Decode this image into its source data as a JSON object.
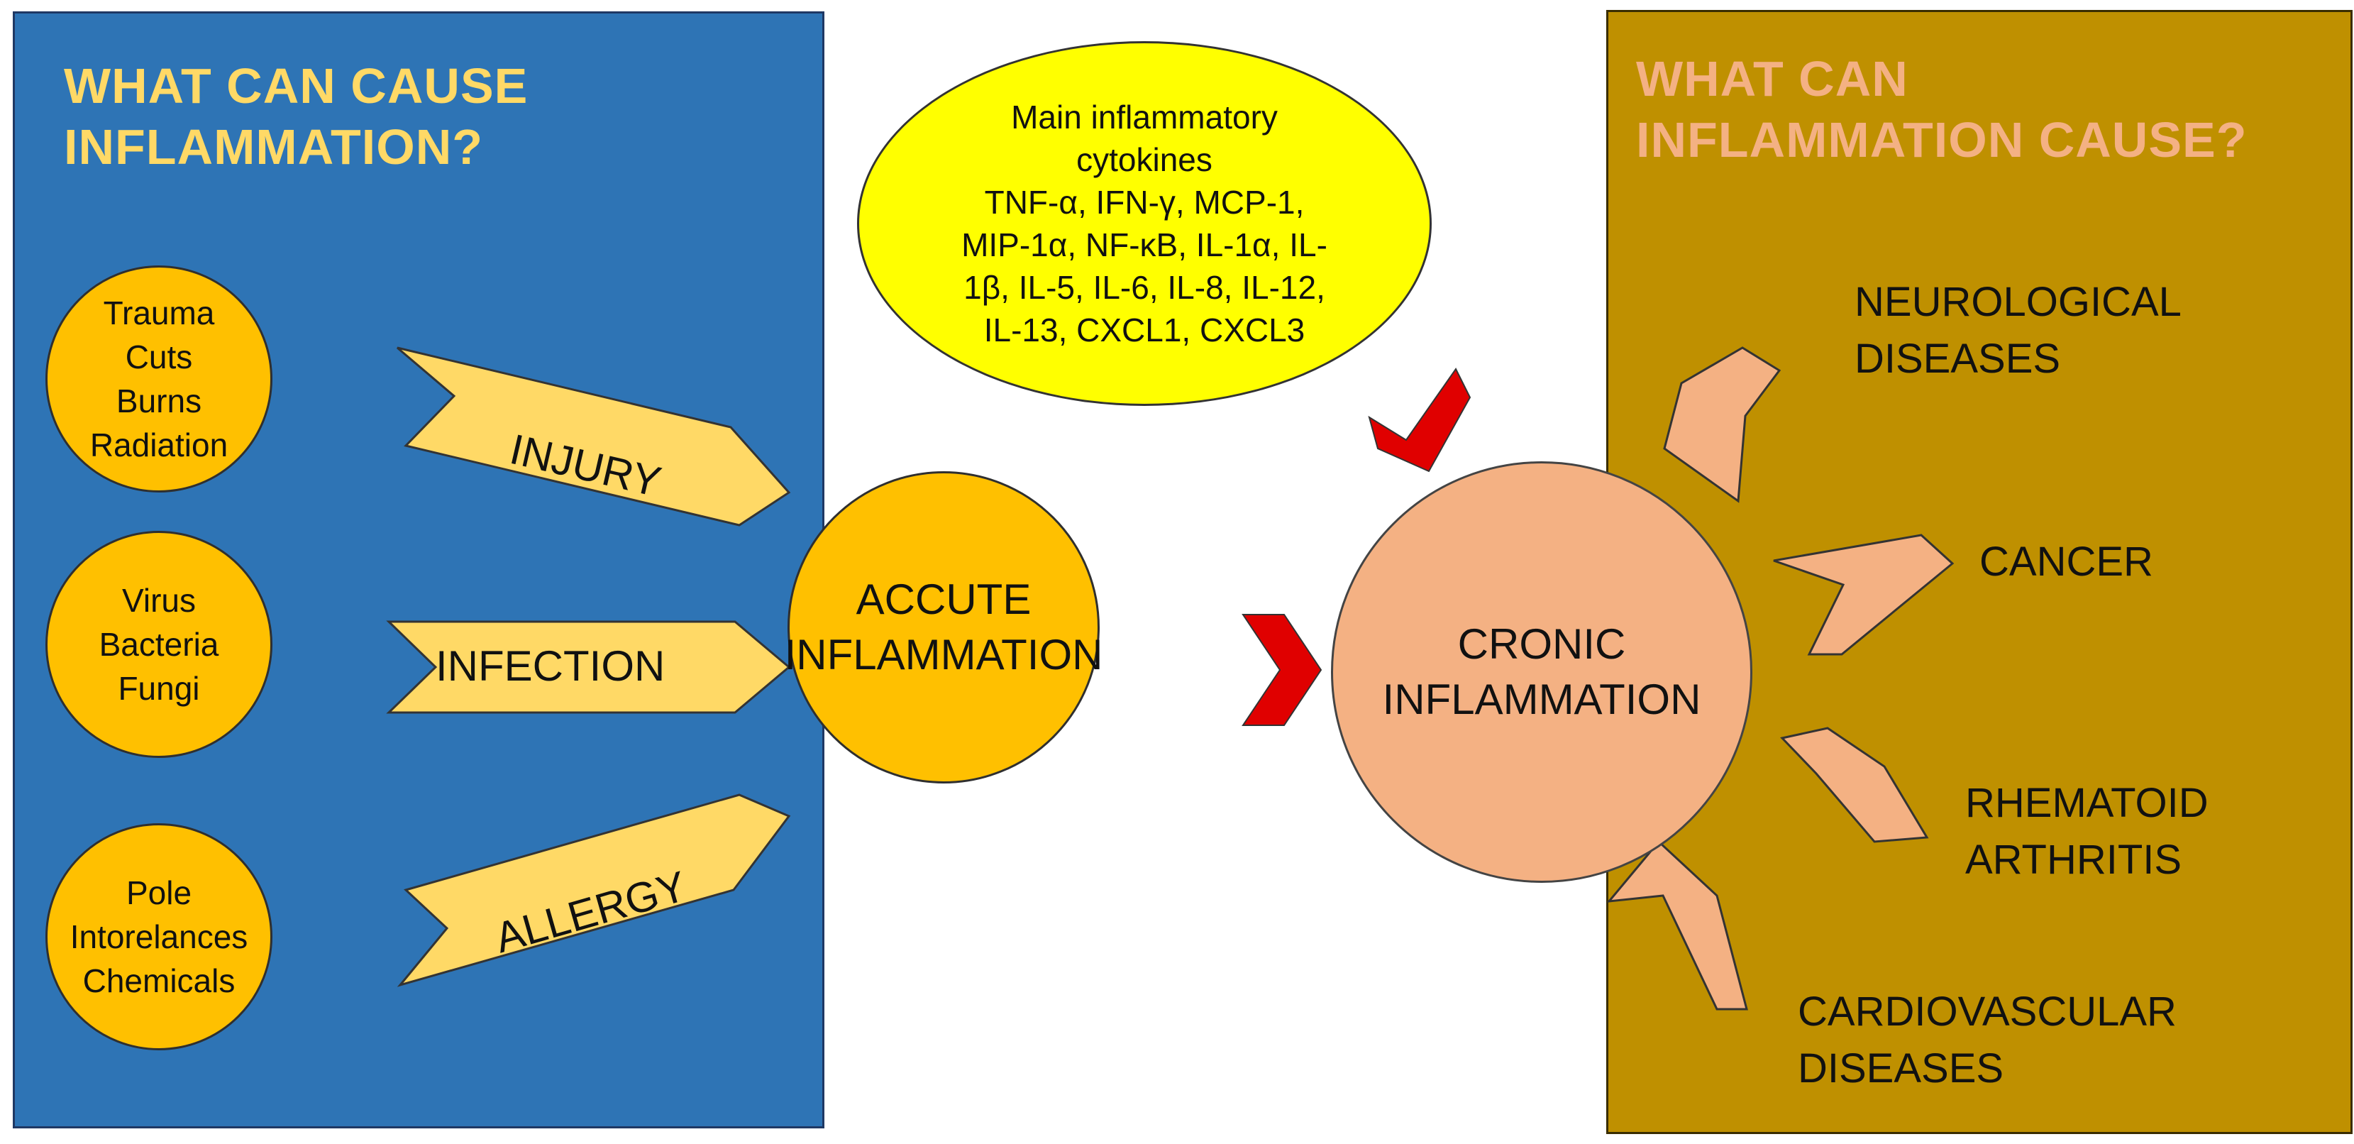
{
  "left_panel": {
    "heading_lines": [
      "WHAT CAN CAUSE",
      "INFLAMMATION?"
    ],
    "causes": [
      {
        "lines": [
          "Trauma",
          "Cuts",
          "Burns",
          "Radiation"
        ],
        "arrow_label": "INJURY"
      },
      {
        "lines": [
          "Virus",
          "Bacteria",
          "Fungi"
        ],
        "arrow_label": "INFECTION"
      },
      {
        "lines": [
          "Pole",
          "Intorelances",
          "Chemicals"
        ],
        "arrow_label": "ALLERGY"
      }
    ]
  },
  "cytokines": {
    "lines": [
      "Main inflammatory",
      "cytokines",
      "TNF-α, IFN-γ, MCP-1,",
      "MIP-1α, NF-κB, IL-1α, IL-",
      "1β, IL-5, IL-6, IL-8, IL-12,",
      "IL-13, CXCL1, CXCL3"
    ]
  },
  "acute": {
    "lines": [
      "ACCUTE",
      "INFLAMMATION"
    ]
  },
  "chronic": {
    "lines": [
      "CRONIC",
      "INFLAMMATION"
    ]
  },
  "right_panel": {
    "heading_lines": [
      "WHAT CAN",
      "INFLAMMATION CAUSE?"
    ],
    "diseases": [
      {
        "lines": [
          "NEUROLOGICAL",
          "DISEASES"
        ]
      },
      {
        "lines": [
          "CANCER"
        ]
      },
      {
        "lines": [
          "RHEMATOID",
          "ARTHRITIS"
        ]
      },
      {
        "lines": [
          "CARDIOVASCULAR",
          "DISEASES"
        ]
      }
    ]
  },
  "colors": {
    "left_panel": "#2e74b5",
    "right_panel": "#bf9000",
    "left_heading": "#ffd966",
    "right_heading": "#f4b183",
    "cause_circle": "#ffc000",
    "arrow_fill": "#ffd966",
    "cytokine_oval": "#ffff00",
    "chronic_circle": "#f4b183",
    "red_chevron": "#e00000",
    "disease_arrow": "#f4b183"
  }
}
